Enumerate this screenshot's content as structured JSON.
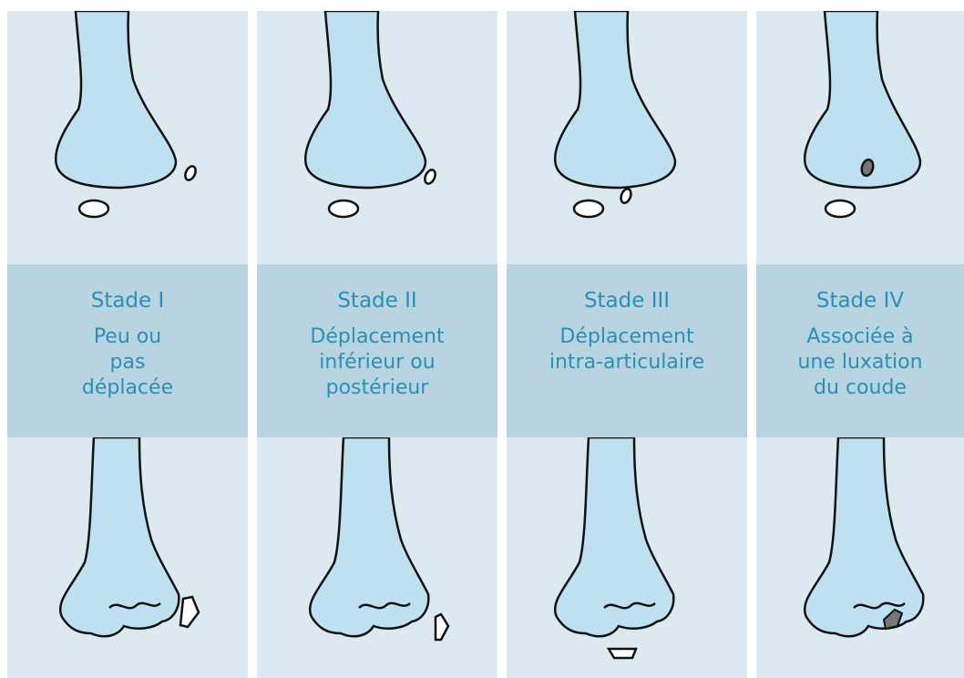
{
  "panels": [
    {
      "stage": "Stade I",
      "description": "Peu ou\npas\ndéplacée"
    },
    {
      "stage": "Stade II",
      "description": "Déplacement\ninférieur ou\npostérieur"
    },
    {
      "stage": "Stade III",
      "description": "Déplacement\nintra-articulaire"
    },
    {
      "stage": "Stade IV",
      "description": "Associée à\nune luxation\ndu coude"
    }
  ],
  "colors": {
    "panel_background": "#dde9f0",
    "label_band": "#b9d4e1",
    "label_text": "#2a8fb5",
    "bone_fill": "#bfe0f1",
    "bone_outline": "#111111",
    "fragment_white": "#ffffff",
    "fragment_dark": "#777777"
  }
}
